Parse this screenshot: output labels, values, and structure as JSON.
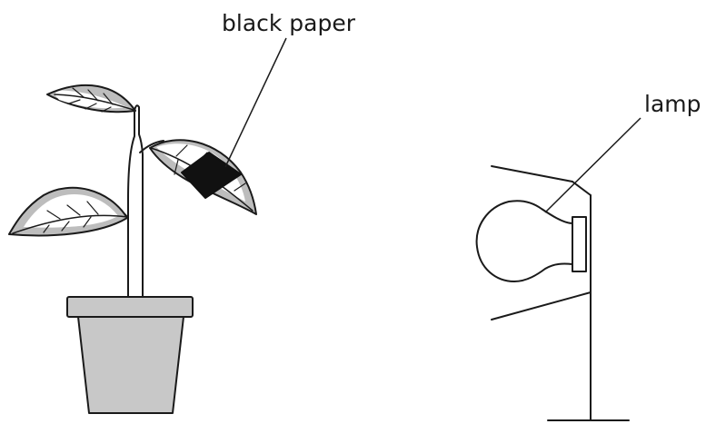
{
  "labels": {
    "black_paper": "black paper",
    "lamp": "lamp"
  },
  "colors": {
    "line": "#1a1a1a",
    "leaf_fill": "#bdbdbd",
    "pot_fill": "#c8c8c8",
    "paper_fill": "#111111",
    "background": "#ffffff"
  },
  "icons": [
    "plant",
    "pot",
    "black-paper-patch",
    "lamp",
    "bulb",
    "lamp-stand"
  ]
}
